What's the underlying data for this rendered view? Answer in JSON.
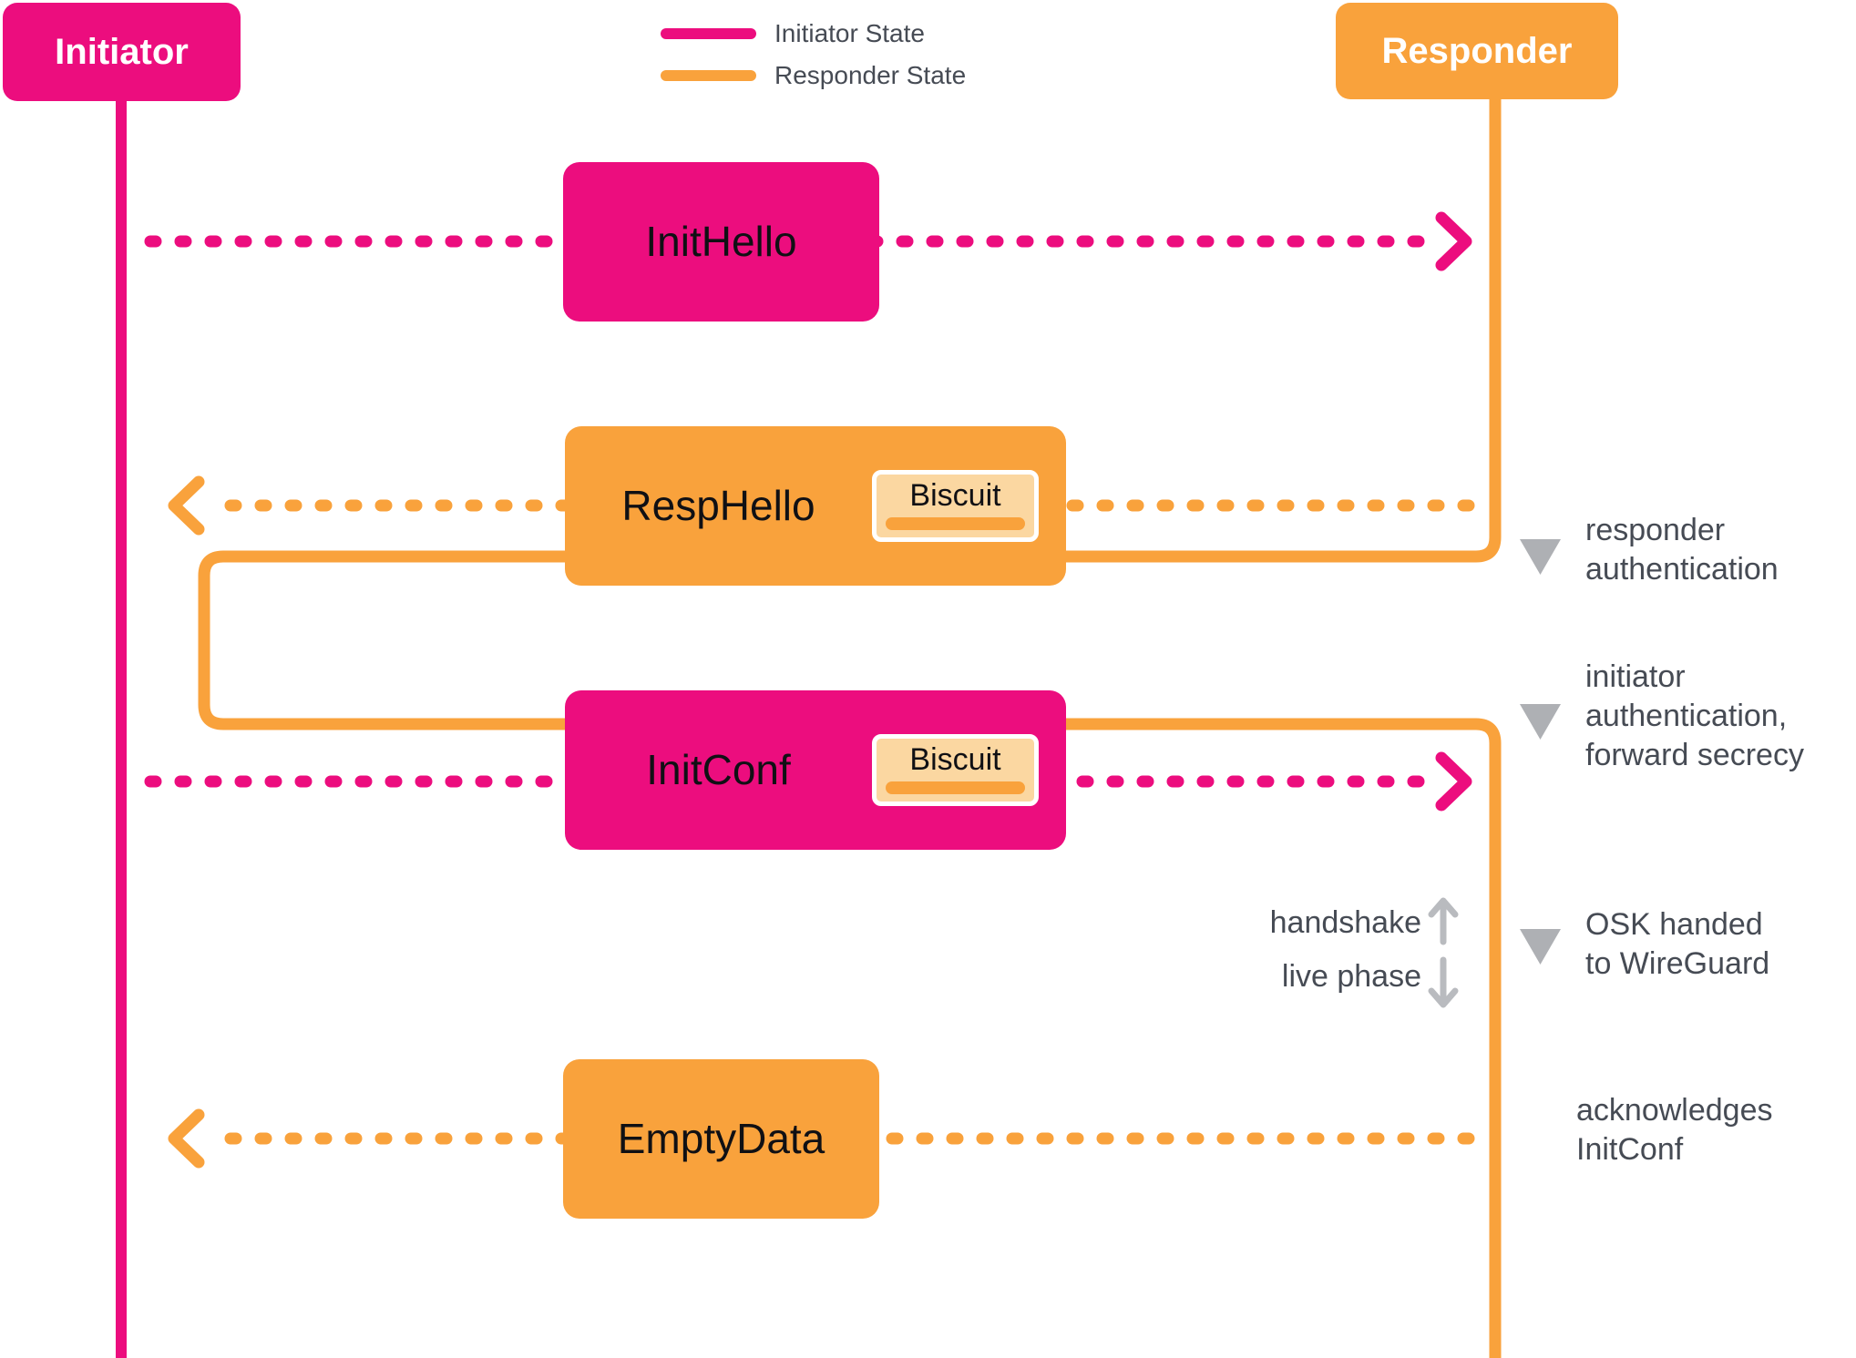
{
  "colors": {
    "pink": "#EC0D7E",
    "orange": "#F9A23C",
    "peach": "#FBD7A1",
    "chip-border": "#FFFFFF",
    "marker-gray": "#AEB0B4",
    "arrow-gray": "#B9BBBF",
    "label-gray": "#464B54",
    "box-text": "#101014",
    "bg": "#FFFFFF"
  },
  "actors": {
    "initiator": {
      "label": "Initiator"
    },
    "responder": {
      "label": "Responder"
    }
  },
  "legend": [
    {
      "label": "Initiator State",
      "color": "#EC0D7E"
    },
    {
      "label": "Responder State",
      "color": "#F9A23C"
    }
  ],
  "messages": [
    {
      "label": "InitHello",
      "from": "initiator",
      "to": "responder"
    },
    {
      "label": "RespHello",
      "from": "responder",
      "to": "initiator",
      "biscuit_label": "Biscuit"
    },
    {
      "label": "InitConf",
      "from": "initiator",
      "to": "responder",
      "biscuit_label": "Biscuit"
    },
    {
      "label": "EmptyData",
      "from": "responder",
      "to": "initiator"
    }
  ],
  "annotations": [
    {
      "marker": "triangle",
      "lines": [
        "responder",
        "authentication"
      ]
    },
    {
      "marker": "triangle",
      "lines": [
        "initiator",
        "authentication,",
        "forward secrecy"
      ]
    },
    {
      "marker": "triangle",
      "lines": [
        "OSK handed",
        "to WireGuard"
      ]
    },
    {
      "marker": "none",
      "lines": [
        "acknowledges",
        "InitConf"
      ]
    }
  ],
  "phase": {
    "handshake_label": "handshake",
    "live_label": "live phase"
  }
}
